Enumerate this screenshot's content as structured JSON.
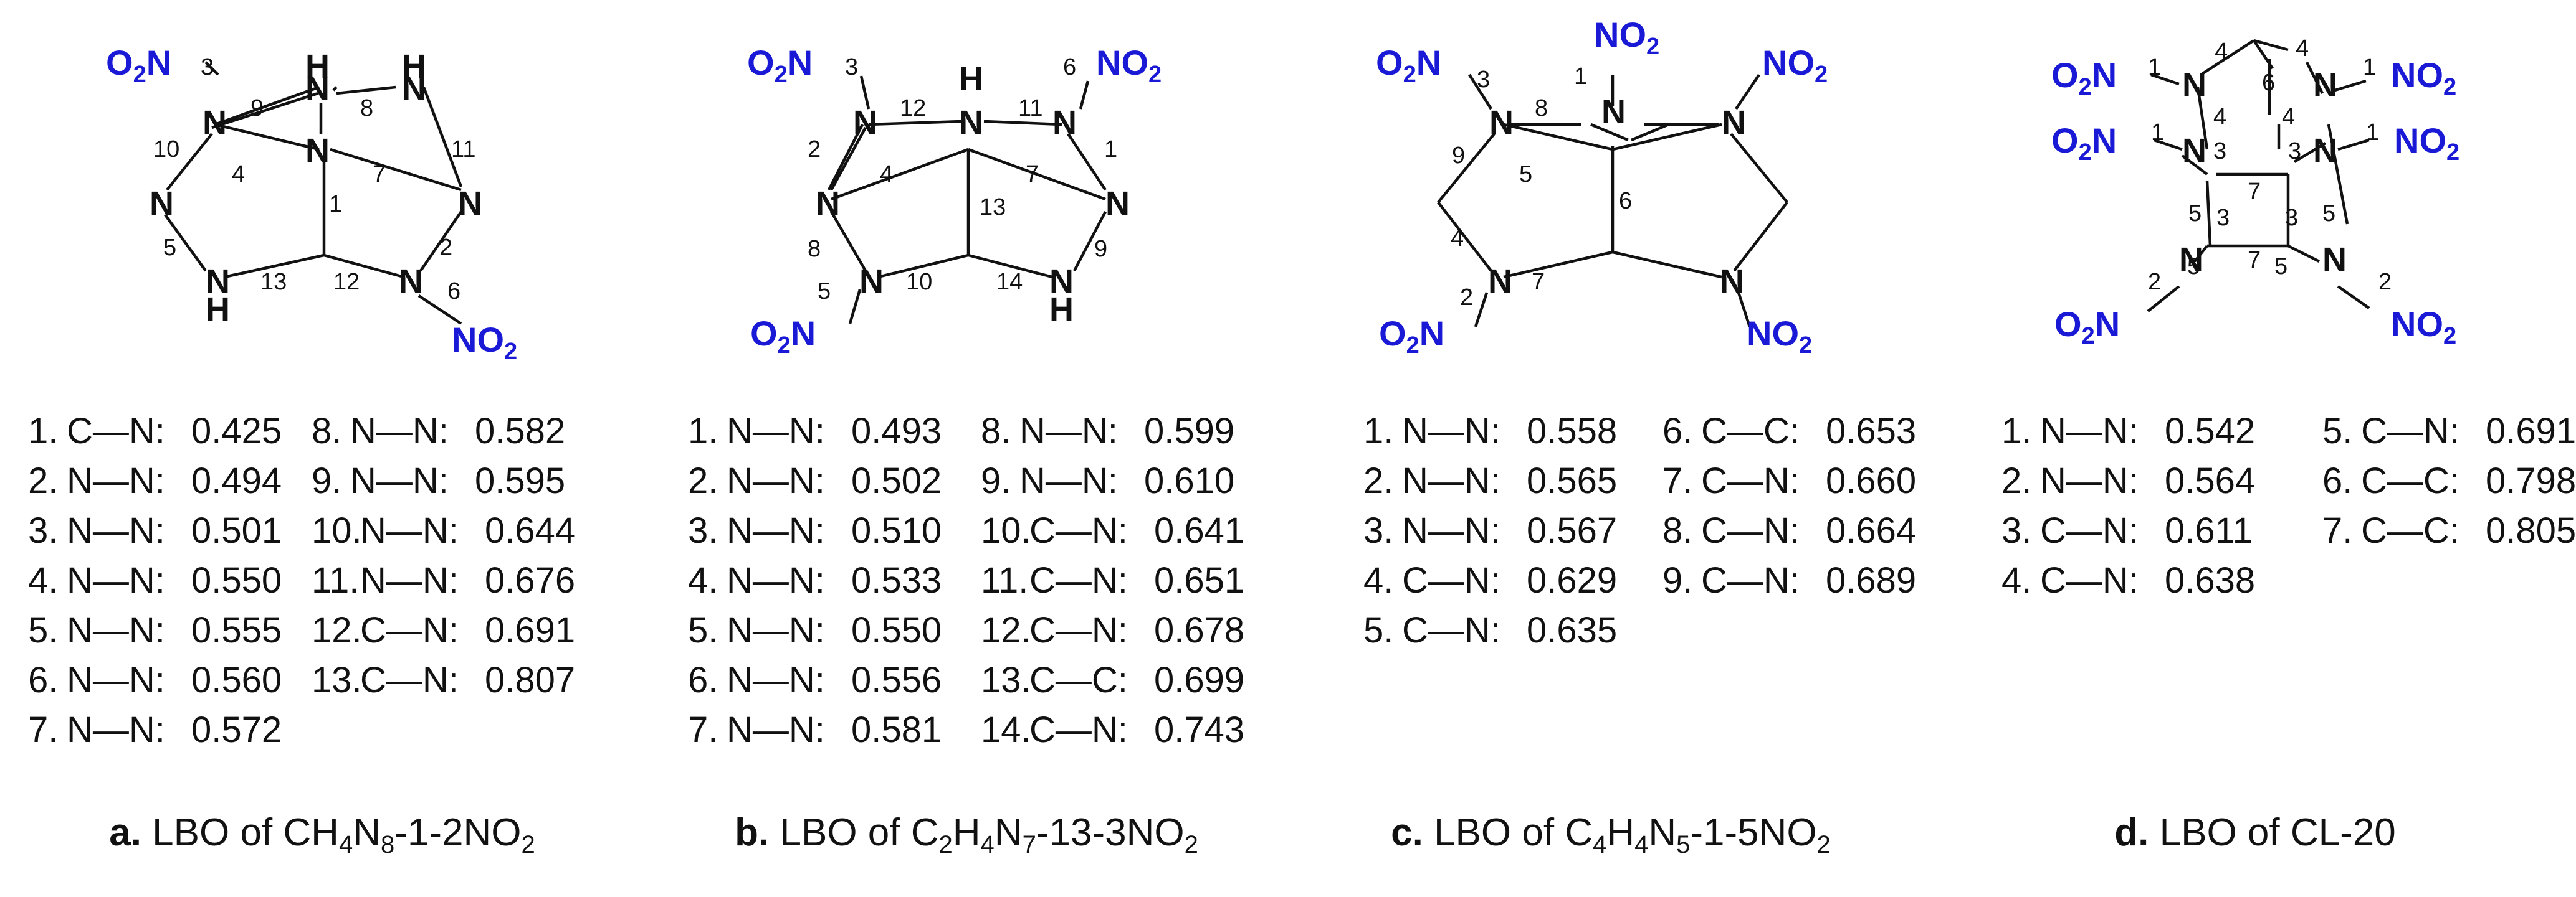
{
  "panels": [
    {
      "id": "a",
      "caption": {
        "letter": "a.",
        "prefix": "LBO of ",
        "formula": [
          [
            "CH",
            ""
          ],
          [
            "4",
            "sub"
          ],
          [
            "N",
            ""
          ],
          [
            "8",
            "sub"
          ],
          [
            "-1-2NO",
            ""
          ],
          [
            "2",
            "sub"
          ]
        ]
      },
      "atoms": [
        "N",
        "N",
        "N",
        "N",
        "N",
        "N",
        "N",
        "H",
        "H",
        "H"
      ],
      "nitro_groups": [
        "O2N",
        "NO2"
      ],
      "bond_numbers": [
        "1",
        "2",
        "3",
        "4",
        "5",
        "6",
        "7",
        "8",
        "9",
        "10",
        "11",
        "12",
        "13"
      ],
      "lbo": [
        {
          "n": "1.",
          "bond": "C—N:",
          "value": "0.425"
        },
        {
          "n": "2.",
          "bond": "N—N:",
          "value": "0.494"
        },
        {
          "n": "3.",
          "bond": "N—N:",
          "value": "0.501"
        },
        {
          "n": "4.",
          "bond": "N—N:",
          "value": "0.550"
        },
        {
          "n": "5.",
          "bond": "N—N:",
          "value": "0.555"
        },
        {
          "n": "6.",
          "bond": "N—N:",
          "value": "0.560"
        },
        {
          "n": "7.",
          "bond": "N—N:",
          "value": "0.572"
        },
        {
          "n": "8.",
          "bond": "N—N:",
          "value": "0.582"
        },
        {
          "n": "9.",
          "bond": "N—N:",
          "value": "0.595"
        },
        {
          "n": "10.",
          "bond": "N—N:",
          "value": "0.644"
        },
        {
          "n": "11.",
          "bond": "N—N:",
          "value": "0.676"
        },
        {
          "n": "12.",
          "bond": "C—N:",
          "value": "0.691"
        },
        {
          "n": "13.",
          "bond": "C—N:",
          "value": "0.807"
        }
      ]
    },
    {
      "id": "b",
      "caption": {
        "letter": "b.",
        "prefix": "LBO of ",
        "formula": [
          [
            "C",
            ""
          ],
          [
            "2",
            "sub"
          ],
          [
            "H",
            ""
          ],
          [
            "4",
            "sub"
          ],
          [
            "N",
            ""
          ],
          [
            "7",
            "sub"
          ],
          [
            "-13-3NO",
            ""
          ],
          [
            "2",
            "sub"
          ]
        ]
      },
      "atoms": [
        "N",
        "N",
        "N",
        "N",
        "N",
        "N",
        "N",
        "H",
        "H"
      ],
      "nitro_groups": [
        "O2N",
        "NO2",
        "O2N"
      ],
      "bond_numbers": [
        "1",
        "2",
        "3",
        "4",
        "5",
        "6",
        "7",
        "8",
        "9",
        "10",
        "11",
        "12",
        "13",
        "14"
      ],
      "lbo": [
        {
          "n": "1.",
          "bond": "N—N:",
          "value": "0.493"
        },
        {
          "n": "2.",
          "bond": "N—N:",
          "value": "0.502"
        },
        {
          "n": "3.",
          "bond": "N—N:",
          "value": "0.510"
        },
        {
          "n": "4.",
          "bond": "N—N:",
          "value": "0.533"
        },
        {
          "n": "5.",
          "bond": "N—N:",
          "value": "0.550"
        },
        {
          "n": "6.",
          "bond": "N—N:",
          "value": "0.556"
        },
        {
          "n": "7.",
          "bond": "N—N:",
          "value": "0.581"
        },
        {
          "n": "8.",
          "bond": "N—N:",
          "value": "0.599"
        },
        {
          "n": "9.",
          "bond": "N—N:",
          "value": "0.610"
        },
        {
          "n": "10.",
          "bond": "C—N:",
          "value": "0.641"
        },
        {
          "n": "11.",
          "bond": "C—N:",
          "value": "0.651"
        },
        {
          "n": "12.",
          "bond": "C—N:",
          "value": "0.678"
        },
        {
          "n": "13.",
          "bond": "C—C:",
          "value": "0.699"
        },
        {
          "n": "14.",
          "bond": "C—N:",
          "value": "0.743"
        }
      ]
    },
    {
      "id": "c",
      "caption": {
        "letter": "c.",
        "prefix": "LBO of ",
        "formula": [
          [
            "C",
            ""
          ],
          [
            "4",
            "sub"
          ],
          [
            "H",
            ""
          ],
          [
            "4",
            "sub"
          ],
          [
            "N",
            ""
          ],
          [
            "5",
            "sub"
          ],
          [
            "-1-5NO",
            ""
          ],
          [
            "2",
            "sub"
          ]
        ]
      },
      "atoms": [
        "N",
        "N",
        "N",
        "N",
        "N"
      ],
      "nitro_groups": [
        "NO2",
        "O2N",
        "NO2",
        "O2N",
        "NO2"
      ],
      "bond_numbers": [
        "1",
        "2",
        "3",
        "4",
        "5",
        "6",
        "7",
        "8",
        "9"
      ],
      "lbo": [
        {
          "n": "1.",
          "bond": "N—N:",
          "value": "0.558"
        },
        {
          "n": "2.",
          "bond": "N—N:",
          "value": "0.565"
        },
        {
          "n": "3.",
          "bond": "N—N:",
          "value": "0.567"
        },
        {
          "n": "4.",
          "bond": "C—N:",
          "value": "0.629"
        },
        {
          "n": "5.",
          "bond": "C—N:",
          "value": "0.635"
        },
        {
          "n": "6.",
          "bond": "C—C:",
          "value": "0.653"
        },
        {
          "n": "7.",
          "bond": "C—N:",
          "value": "0.660"
        },
        {
          "n": "8.",
          "bond": "C—N:",
          "value": "0.664"
        },
        {
          "n": "9.",
          "bond": "C—N:",
          "value": "0.689"
        }
      ]
    },
    {
      "id": "d",
      "caption": {
        "letter": "d.",
        "prefix": "LBO of CL-20",
        "formula": []
      },
      "atoms": [
        "N",
        "N",
        "N",
        "N",
        "N",
        "N"
      ],
      "nitro_groups": [
        "O2N",
        "NO2",
        "O2N",
        "NO2",
        "O2N",
        "NO2"
      ],
      "bond_numbers": [
        "1",
        "2",
        "3",
        "4",
        "5",
        "6",
        "7"
      ],
      "lbo": [
        {
          "n": "1.",
          "bond": "N—N:",
          "value": "0.542"
        },
        {
          "n": "2.",
          "bond": "N—N:",
          "value": "0.564"
        },
        {
          "n": "3.",
          "bond": "C—N:",
          "value": "0.611"
        },
        {
          "n": "4.",
          "bond": "C—N:",
          "value": "0.638"
        },
        {
          "n": "5.",
          "bond": "C—N:",
          "value": "0.691"
        },
        {
          "n": "6.",
          "bond": "C—C:",
          "value": "0.798"
        },
        {
          "n": "7.",
          "bond": "C—C:",
          "value": "0.805"
        }
      ]
    }
  ],
  "colors": {
    "nitro": "#1a1ad6",
    "text": "#111111",
    "background": "#ffffff"
  }
}
